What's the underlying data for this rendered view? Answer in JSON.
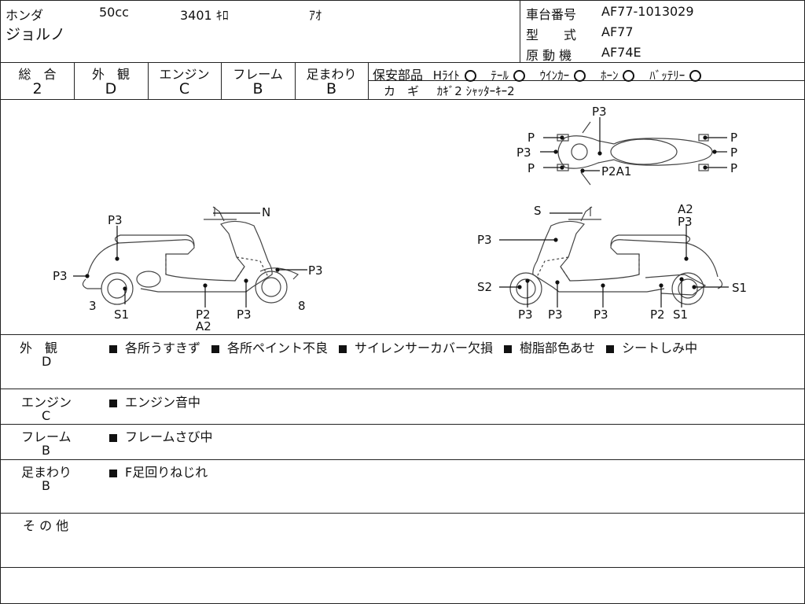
{
  "header": {
    "maker": "ホンダ",
    "displacement": "50cc",
    "mileage": "3401 ｷﾛ",
    "color": "ｱｵ",
    "model_name": "ジョルノ",
    "frame_no_label": "車台番号",
    "frame_no": "AF77-1013029",
    "type_label": "型　　式",
    "type": "AF77",
    "engine_label": "原 動 機",
    "engine": "AF74E"
  },
  "grades": [
    {
      "label": "総　合",
      "value": "2"
    },
    {
      "label": "外　観",
      "value": "D"
    },
    {
      "label": "エンジン",
      "value": "C"
    },
    {
      "label": "フレーム",
      "value": "B"
    },
    {
      "label": "足まわり",
      "value": "B"
    }
  ],
  "safety": {
    "label": "保安部品",
    "items": [
      {
        "name": "Hﾗｲﾄ",
        "status": "○"
      },
      {
        "name": "ﾃｰﾙ",
        "status": "○"
      },
      {
        "name": "ｳｲﾝｶｰ",
        "status": "○"
      },
      {
        "name": "ﾎｰﾝ",
        "status": "○"
      },
      {
        "name": "ﾊﾞｯﾃﾘｰ",
        "status": "○"
      }
    ],
    "key_label": "カ　ギ",
    "key_value": "ｶｷﾞ2 ｼｬｯﾀｰｷｰ2"
  },
  "diagram": {
    "left_view": [
      "N",
      "P3",
      "P3",
      "P3",
      "3",
      "S1",
      "P2",
      "A2",
      "P3",
      "8"
    ],
    "right_view": [
      "S",
      "A2",
      "P3",
      "P3",
      "S2",
      "S1",
      "P3",
      "P3",
      "P3",
      "P2",
      "S1"
    ],
    "top_view": [
      "P3",
      "P",
      "P3",
      "P",
      "P2A1",
      "P",
      "P",
      "P"
    ]
  },
  "notes": [
    {
      "category": "外　観",
      "grade": "D",
      "items": [
        "各所うすきず",
        "各所ペイント不良",
        "サイレンサーカバー欠損",
        "樹脂部色あせ",
        "シートしみ中"
      ]
    },
    {
      "category": "エンジン",
      "grade": "C",
      "items": [
        "エンジン音中"
      ]
    },
    {
      "category": "フレーム",
      "grade": "B",
      "items": [
        "フレームさび中"
      ]
    },
    {
      "category": "足まわり",
      "grade": "B",
      "items": [
        "F足回りねじれ"
      ]
    },
    {
      "category": "そ の 他",
      "grade": "",
      "items": []
    }
  ]
}
